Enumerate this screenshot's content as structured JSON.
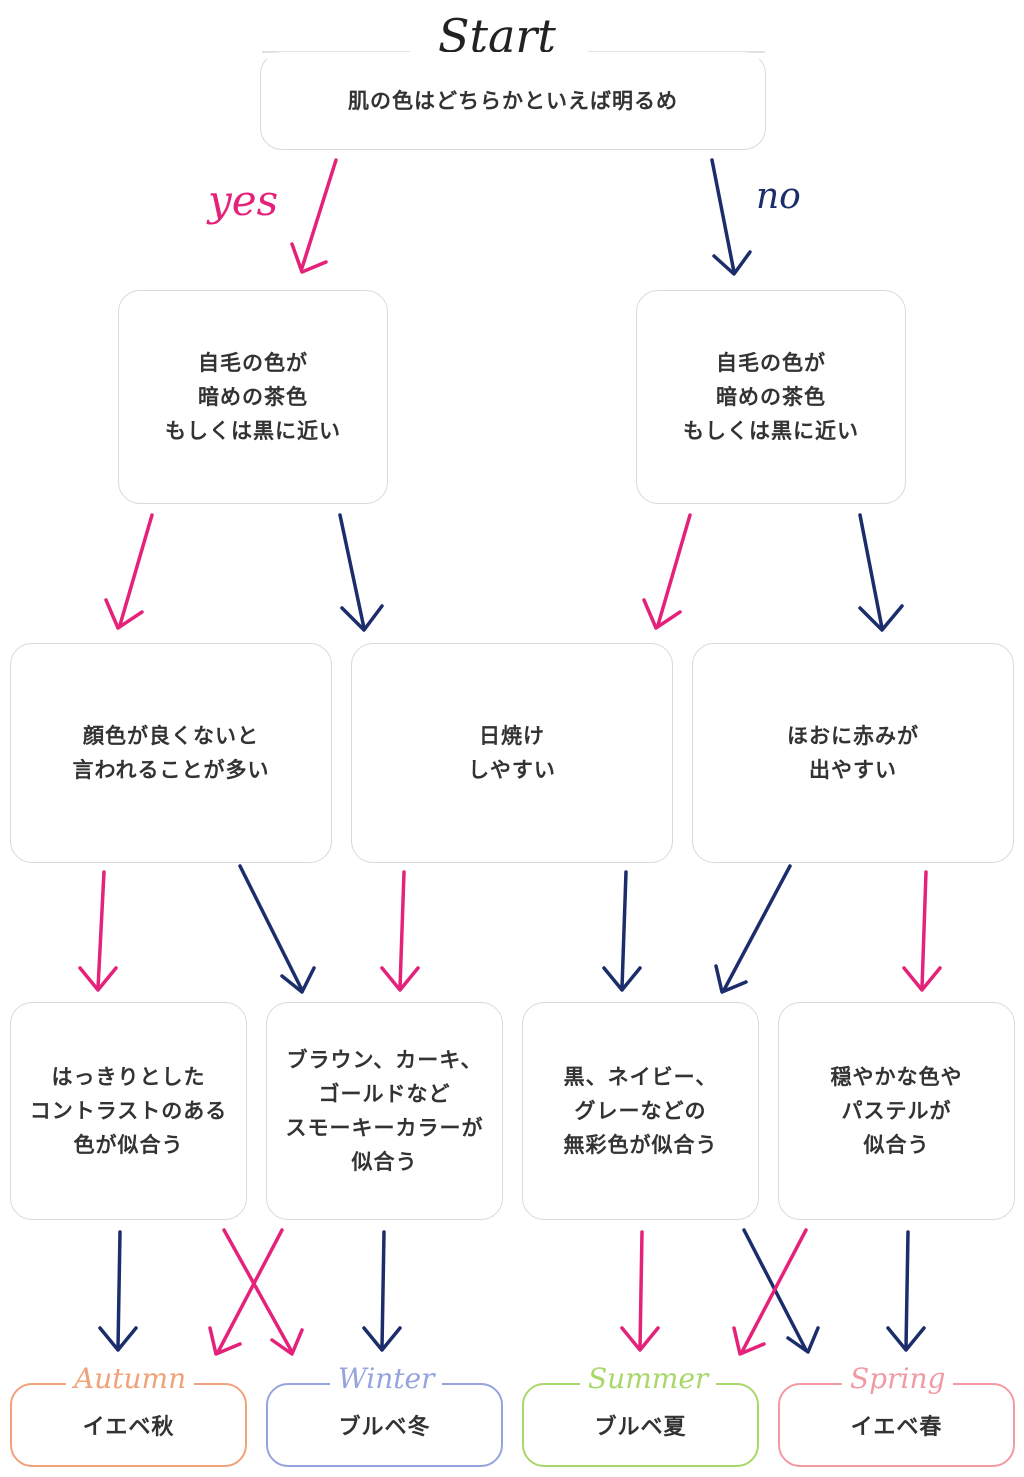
{
  "start_label": "Start",
  "yes_label": "yes",
  "no_label": "no",
  "questions": {
    "q1": "肌の色はどちらかといえば明るめ",
    "q2_left": "自毛の色が\n暗めの茶色\nもしくは黒に近い",
    "q2_right": "自毛の色が\n暗めの茶色\nもしくは黒に近い",
    "q3_a": "顔色が良くないと\n言われることが多い",
    "q3_b": "日焼け\nしやすい",
    "q3_c": "ほおに赤みが\n出やすい",
    "q4_a": "はっきりとした\nコントラストのある\n色が似合う",
    "q4_b": "ブラウン、カーキ、\nゴールドなど\nスモーキーカラーが\n似合う",
    "q4_c": "黒、ネイビー、\nグレーなどの\n無彩色が似合う",
    "q4_d": "穏やかな色や\nパステルが\n似合う"
  },
  "results": [
    {
      "season": "Autumn",
      "label": "イエベ秋",
      "color": "#f0a27a"
    },
    {
      "season": "Winter",
      "label": "ブルベ冬",
      "color": "#95a4dc"
    },
    {
      "season": "Summer",
      "label": "ブルベ夏",
      "color": "#a9d86a"
    },
    {
      "season": "Spring",
      "label": "イエベ春",
      "color": "#f29aa3"
    }
  ],
  "colors": {
    "yes_arrow": "#e5227a",
    "no_arrow": "#1b2d6b",
    "box_border": "#d9d9d9"
  }
}
